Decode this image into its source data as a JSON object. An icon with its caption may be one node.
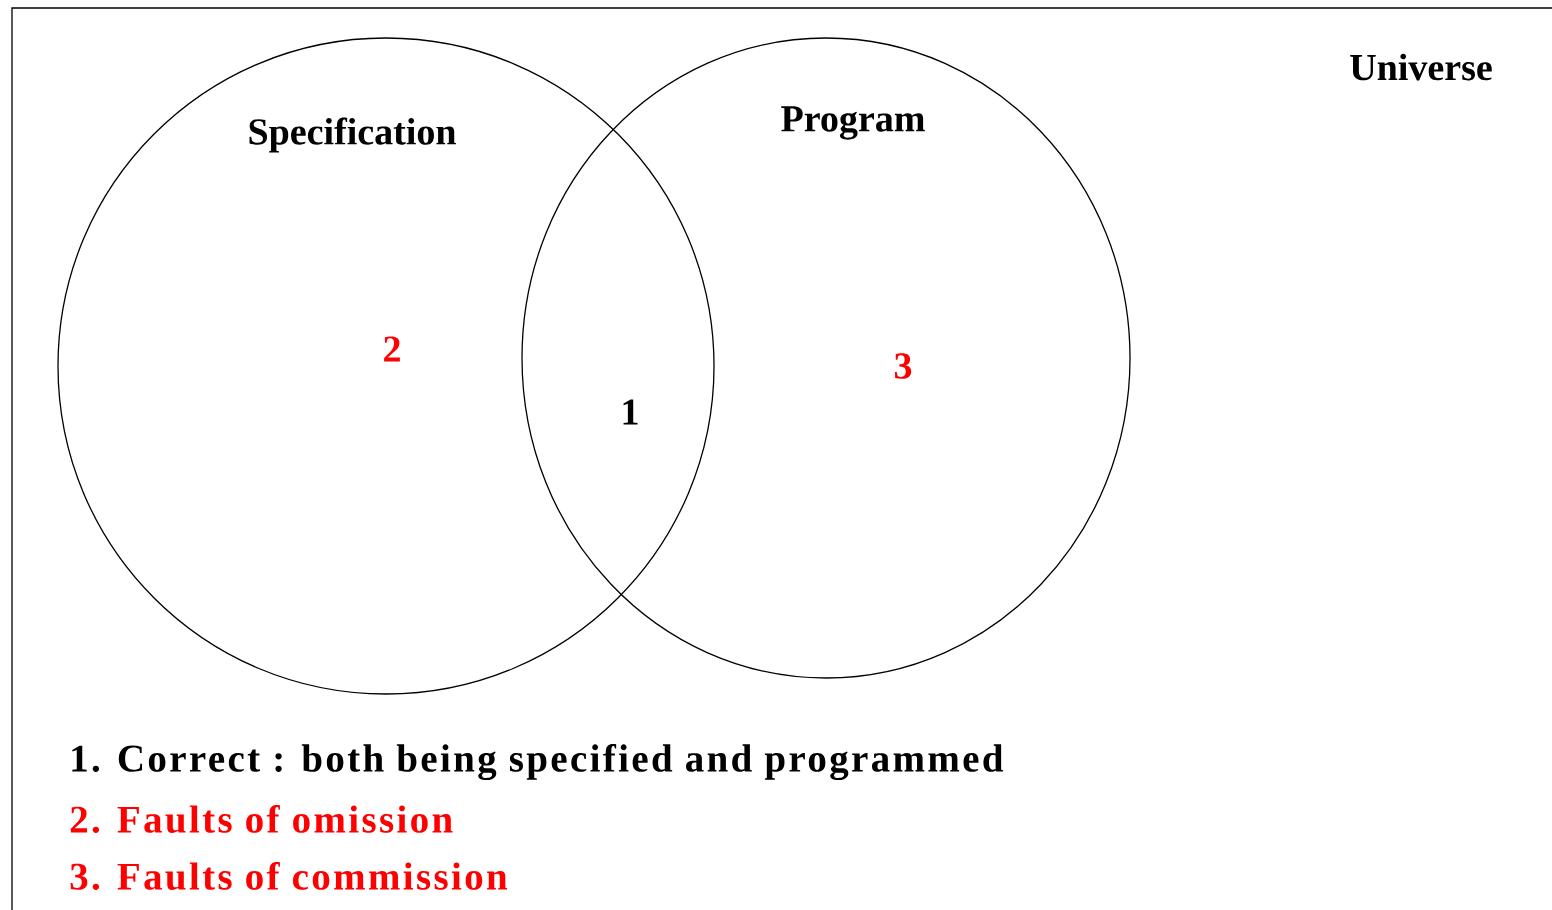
{
  "diagram": {
    "nodes": [
      {
        "text": [
          "Universe"
        ]
      },
      {
        "text": [
          "Specification",
          "2"
        ],
        "in": 0
      },
      {
        "text": [
          "Program",
          "3"
        ],
        "in": 0
      }
    ],
    "edges": [],
    "labels": [
      "1",
      "1. Correct : both being specified and programmed",
      "2. Faults of omission",
      "3. Faults of commission"
    ]
  }
}
